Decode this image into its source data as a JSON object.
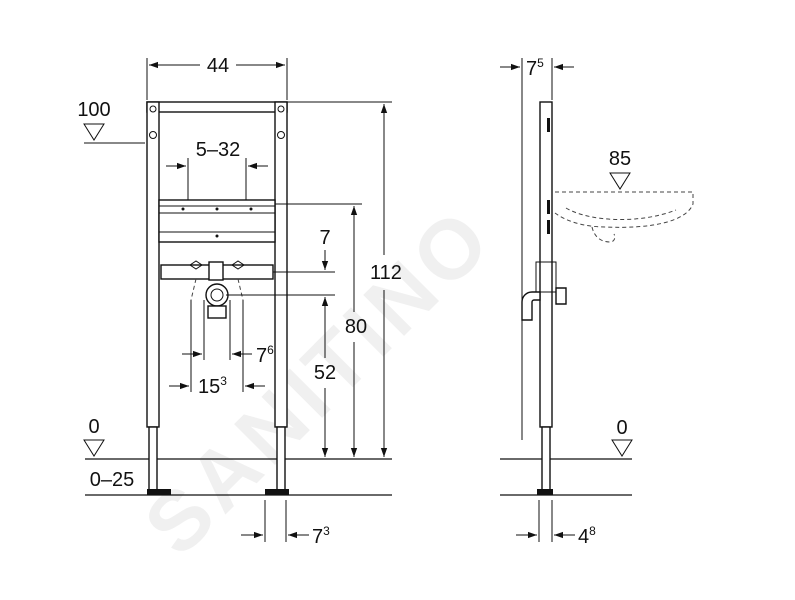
{
  "dimensions": {
    "top_width": "44",
    "top_level": "100",
    "span_range": "5–32",
    "d7": "7",
    "total_height": "112",
    "h80": "80",
    "h52": "52",
    "d7_6_base": "7",
    "d7_6_sup": "6",
    "d15_3_base": "15",
    "d15_3_sup": "3",
    "floor_zero_left": "0",
    "floor_range": "0–25",
    "foot_7_3_base": "7",
    "foot_7_3_sup": "3",
    "side_depth_base": "7",
    "side_depth_sup": "5",
    "basin_level": "85",
    "floor_zero_right": "0",
    "foot_4_8_base": "4",
    "foot_4_8_sup": "8"
  },
  "watermark": "SANITINO",
  "colors": {
    "line": "#111111",
    "watermark": "#d6d6d6"
  }
}
